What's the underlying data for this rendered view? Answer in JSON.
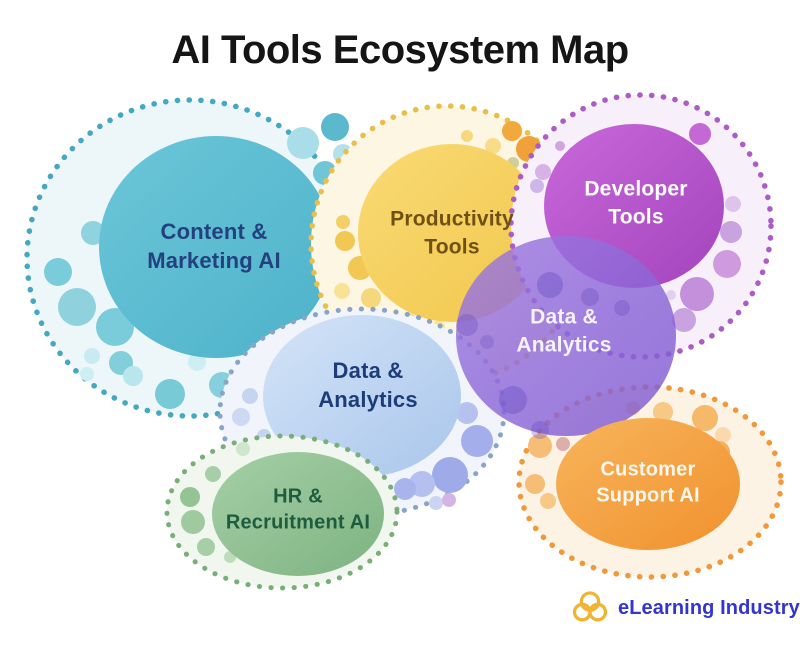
{
  "title": "AI Tools Ecosystem Map",
  "bubbles": [
    {
      "id": "content-marketing-ai",
      "label": "Content &\nMarketing AI",
      "color": "#56bcd2",
      "text_color": "#23417e",
      "ring_color": "#44a8c0"
    },
    {
      "id": "productivity-tools",
      "label": "Productivity\nTools",
      "color": "#f5d161",
      "text_color": "#6f5114",
      "ring_color": "#e7bf4a"
    },
    {
      "id": "developer-tools",
      "label": "Developer\nTools",
      "color": "#b356c8",
      "text_color": "#ffffff",
      "ring_color": "#ab5cc6"
    },
    {
      "id": "data-analytics-central",
      "label": "Data &\nAnalytics",
      "color": "#8c66d8",
      "text_color": "#ffffff"
    },
    {
      "id": "data-analytics-left",
      "label": "Data &\nAnalytics",
      "color": "#bcd4f1",
      "text_color": "#1c3d7a",
      "ring_color": "#8aa4c8"
    },
    {
      "id": "hr-recruitment-ai",
      "label": "HR &\nRecruitment AI",
      "color": "#92c194",
      "text_color": "#1e5c40",
      "ring_color": "#79ad79"
    },
    {
      "id": "customer-support-ai",
      "label": "Customer\nSupport AI",
      "color": "#f4a145",
      "text_color": "#ffffff",
      "ring_color": "#f0983a"
    }
  ],
  "footer": {
    "brand": "eLearning Industry",
    "brand_color": "#3434cf",
    "logo_color": "#f0b332",
    "logo_icon": "trefoil-rings-icon"
  }
}
